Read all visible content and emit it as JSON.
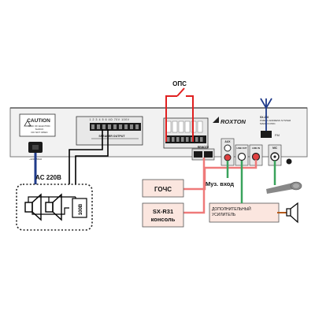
{
  "labels": {
    "ops": "ОПС",
    "ac": "AC 220В",
    "muz_vhod": "Муз. вход",
    "gochs": "ГОЧС",
    "console_line1": "SX-R31",
    "console_line2": "консоль",
    "extra_amp_line1": "ДОПОЛНИТЕЛЬНЫЙ",
    "extra_amp_line2": "УСИЛИТЕЛЬ",
    "speaker_100v": "100В"
  },
  "panel": {
    "brand": "ROXTON",
    "model_line1": "SX-240",
    "model_line2": "PUBLIC ADDRESS SYSTEM",
    "model_line3": "MADE IN PRC",
    "caution_title": "CAUTION",
    "caution_line1": "RISK OF ELECTRIC",
    "caution_line2": "SHOCK",
    "caution_line3": "DO NOT OPEN",
    "speaker_output": "SPEAKER OUTPUT",
    "terminal_numbers": "1 2 3 4 5 6 4Ω 70V 100V",
    "remote": "REMOTE",
    "aux": "AUX",
    "line_out": "LINE OUT",
    "line_in": "LINE IN",
    "mic": "MIC",
    "fm": "FM",
    "fuse": "~220V 50Hz"
  },
  "colors": {
    "panel_bg": "#f2f2f2",
    "panel_border": "#7a7a7a",
    "alarm_wire": "#e02020",
    "signal_wire": "#3aa35c",
    "console_wire": "#ef7a7a",
    "power_wire": "#1f3a8a",
    "antenna": "#1f3a8a",
    "box_fill": "#fbe6df",
    "speaker_wire": "#000000",
    "amp_wire": "#b55a1a"
  }
}
